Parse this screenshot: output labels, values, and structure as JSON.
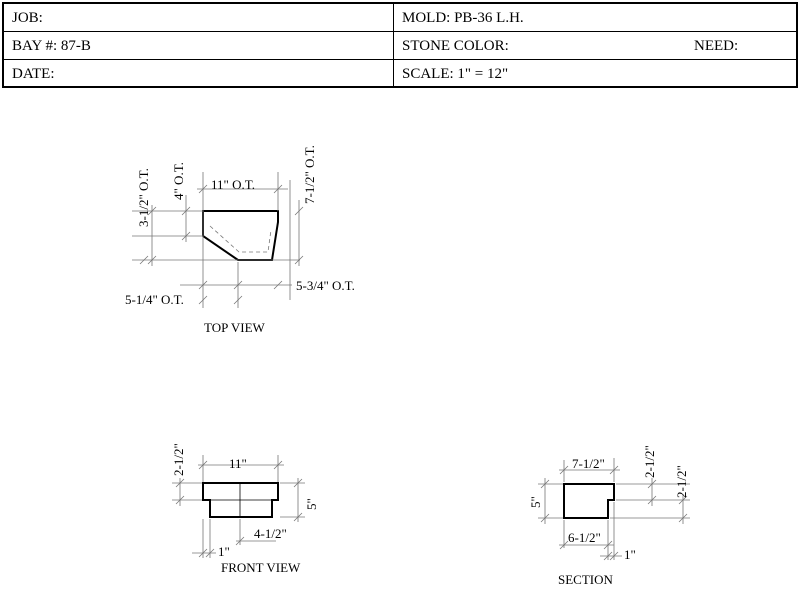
{
  "title_block": {
    "job_label": "JOB:",
    "bay_label": "BAY #: 87-B",
    "date_label": "DATE:",
    "mold_label": "MOLD: PB-36 L.H.",
    "stone_color_label": "STONE COLOR:",
    "need_label": "NEED:",
    "scale_label": "SCALE:  1\" = 12\""
  },
  "top_view": {
    "caption": "TOP VIEW",
    "dim_width": "11\" O.T.",
    "dim_4": "4\" O.T.",
    "dim_3_5": "3-1/2\" O.T.",
    "dim_7_5": "7-1/2\" O.T.",
    "dim_5_75": "5-3/4\" O.T.",
    "dim_5_25": "5-1/4\" O.T."
  },
  "front_view": {
    "caption": "FRONT VIEW",
    "dim_width": "11\"",
    "dim_2_5": "2-1/2\"",
    "dim_5": "5\"",
    "dim_4_5": "4-1/2\"",
    "dim_1": "1\""
  },
  "section": {
    "caption": "SECTION",
    "dim_7_5": "7-1/2\"",
    "dim_2_5_a": "2-1/2\"",
    "dim_2_5_b": "2-1/2\"",
    "dim_5": "5\"",
    "dim_6_5": "6-1/2\"",
    "dim_1": "1\""
  }
}
